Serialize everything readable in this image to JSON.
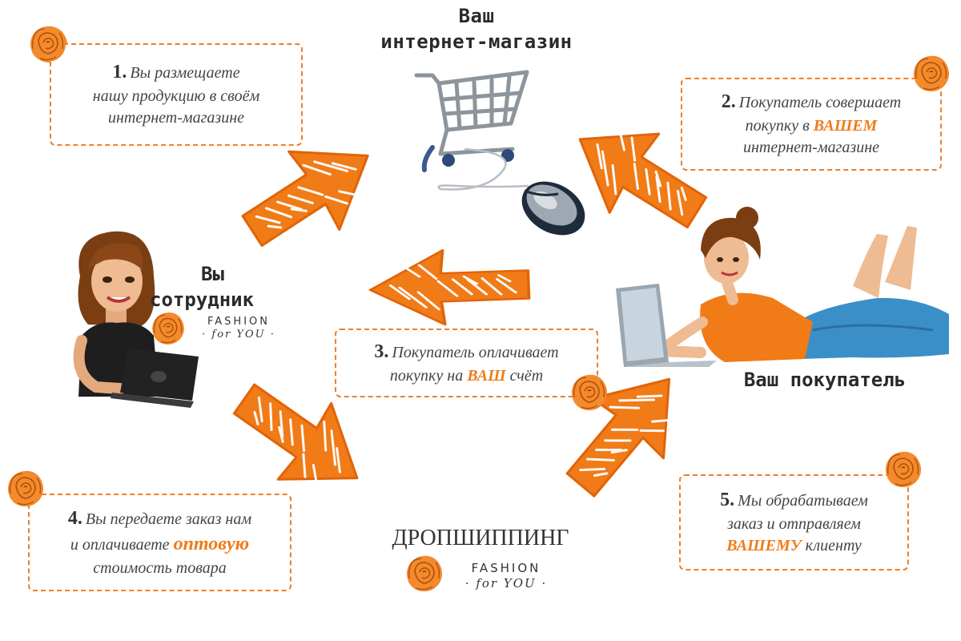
{
  "store": {
    "line1": "Ваш",
    "line2": "интернет-магазин"
  },
  "employee": {
    "line1": "Вы",
    "line2": "сотрудник"
  },
  "buyer": {
    "label": "Ваш покупатель"
  },
  "dropshipping": {
    "label": "ДРОПШИППИНГ"
  },
  "brand": {
    "word1": "FASHION",
    "word2": "· for YOU ·"
  },
  "steps": [
    {
      "num": "1.",
      "line1": "Вы размещаете",
      "line2": "нашу продукцию в своём",
      "line3": "интернет-магазине"
    },
    {
      "num": "2.",
      "line1": "Покупатель совершает",
      "line2a": "покупку в ",
      "line2hl": "ВАШЕМ",
      "line3": "интернет-магазине"
    },
    {
      "num": "3.",
      "line1": "Покупатель оплачивает",
      "line2a": "покупку на ",
      "line2hl": "ВАШ",
      "line2b": " счёт"
    },
    {
      "num": "4.",
      "line1": "Вы передаете заказ нам",
      "line2a": "и оплачиваете ",
      "line2hl": "оптовую",
      "line3": "стоимость товара"
    },
    {
      "num": "5.",
      "line1": "Мы обрабатываем",
      "line2": "заказ и отправляем",
      "line3hl": "ВАШЕМУ",
      "line3b": " клиенту"
    }
  ],
  "colors": {
    "accent": "#f07b17",
    "dash": "#ee7f2d",
    "text": "#333333"
  },
  "icons": [
    "rose-logo-icon",
    "shopping-cart-icon",
    "computer-mouse-icon",
    "laptop-icon"
  ]
}
